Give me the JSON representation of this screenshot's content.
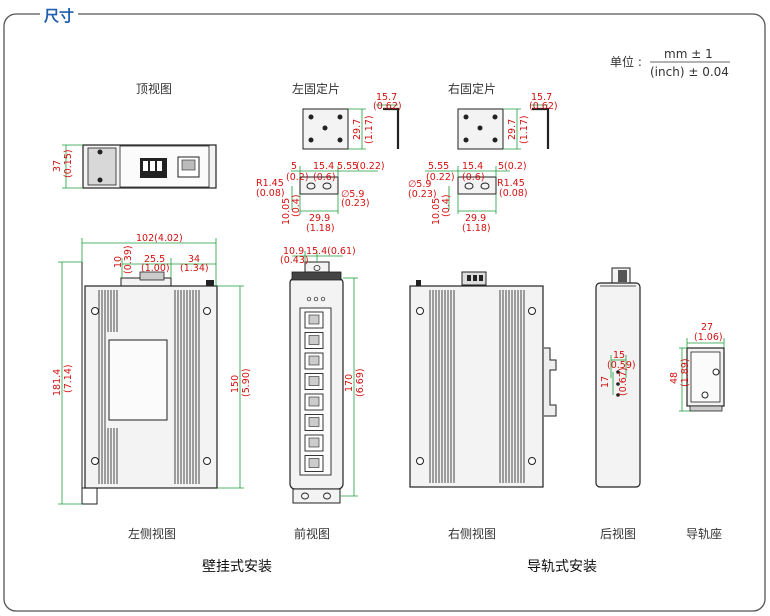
{
  "section_title": "尺寸",
  "unit": {
    "label": "单位 :",
    "top": "mm ± 1",
    "bottom": "(inch) ± 0.04"
  },
  "views": {
    "top": "顶视图",
    "left_bracket": "左固定片",
    "right_bracket": "右固定片",
    "left_side": "左侧视图",
    "front": "前视图",
    "right_side": "右侧视图",
    "back": "后视图",
    "rail_seat": "导轨座"
  },
  "groups": {
    "wall": "壁挂式安装",
    "din": "导轨式安装"
  },
  "dims": {
    "top_h": "37",
    "top_h_in": "(0.15)",
    "lb_w": "15.7",
    "lb_w_in": "(0.62)",
    "lb_h": "29.7",
    "lb_h_in": "(1.17)",
    "lb_a": "5",
    "lb_a_in": "(0.2)",
    "lb_b": "15.4",
    "lb_b_in": "(0.6)",
    "lb_c": "5.55",
    "lb_c_in": "(0.22)",
    "lb_r": "R1.45",
    "lb_r_in": "(0.08)",
    "lb_hole": "∅5.9",
    "lb_hole_in": "(0.23)",
    "lb_v": "10.05",
    "lb_v_in": "(0.4)",
    "lb_base": "29.9",
    "lb_base_in": "(1.18)",
    "rb_w": "15.7",
    "rb_w_in": "(0.62)",
    "rb_h": "29.7",
    "rb_h_in": "(1.17)",
    "rb_a": "5.55",
    "rb_a_in": "(0.22)",
    "rb_b": "15.4",
    "rb_b_in": "(0.6)",
    "rb_c": "5(0.2)",
    "rb_hole": "∅5.9",
    "rb_hole_in": "(0.23)",
    "rb_r": "R1.45",
    "rb_r_in": "(0.08)",
    "rb_v": "10.05",
    "rb_v_in": "(0.4)",
    "rb_base": "29.9",
    "rb_base_in": "(1.18)",
    "ls_w": "102(4.02)",
    "ls_a": "10",
    "ls_a_in": "(0.39)",
    "ls_b": "25.5",
    "ls_b_in": "(1.00)",
    "ls_c": "34",
    "ls_c_in": "(1.34)",
    "ls_h": "181.4",
    "ls_h_in": "(7.14)",
    "ls_h2": "150",
    "ls_h2_in": "(5.90)",
    "fv_a": "10.9",
    "fv_a_in": "(0.43)",
    "fv_b": "15.4(0.61)",
    "fv_h": "170",
    "fv_h_in": "(6.69)",
    "bv_a": "15",
    "bv_a_in": "(0.59)",
    "bv_b": "17",
    "bv_b_in": "(0.67)",
    "rs_w": "27",
    "rs_w_in": "(1.06)",
    "rs_h": "48",
    "rs_h_in": "(1.89)"
  },
  "colors": {
    "title": "#1f5fae",
    "dimension": "#d21010",
    "dimension_line": "#1a9e3a",
    "border": "#555555"
  }
}
